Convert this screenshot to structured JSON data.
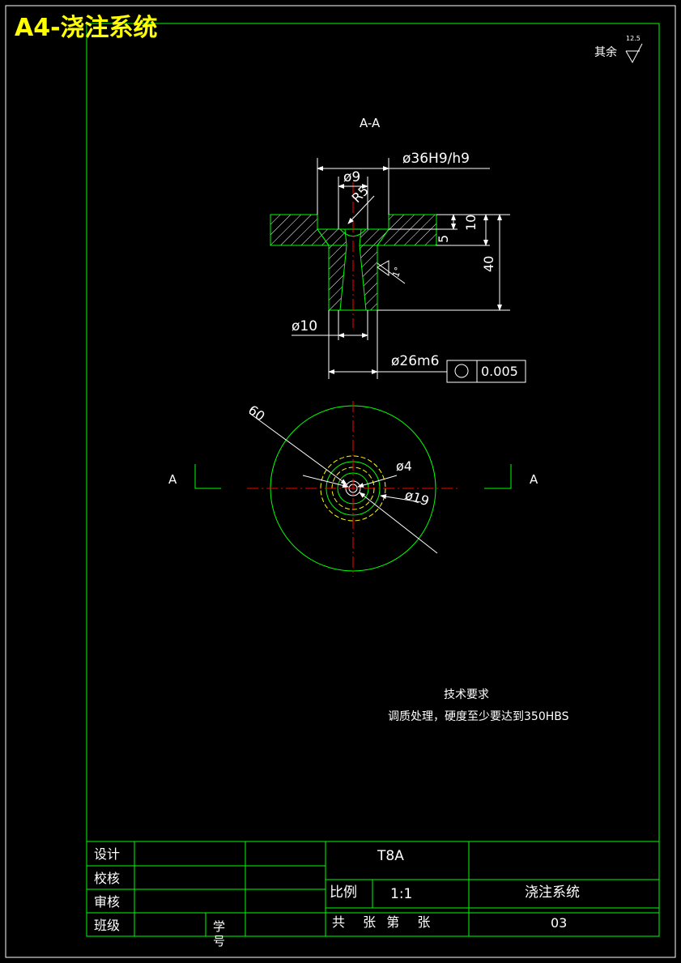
{
  "header": {
    "title": "A4-浇注系统"
  },
  "surface": {
    "prefix": "其余",
    "roughness": "12.5"
  },
  "section": {
    "view_label": "A-A",
    "cut_left": "A",
    "cut_right": "A"
  },
  "dims": {
    "d36": "ø36H9/h9",
    "d9": "ø9",
    "r5": "R5",
    "h10": "10",
    "h5": "5",
    "h40": "40",
    "angle": "1°",
    "d10": "ø10",
    "d26": "ø26m6",
    "tolerance": "0.005",
    "r60": "60",
    "d4": "ø4",
    "d19": "ø19"
  },
  "notes": {
    "title": "技术要求",
    "text": "调质处理，硬度至少要达到350HBS"
  },
  "title_block": {
    "design": "设计",
    "check": "校核",
    "review": "审核",
    "class": "班级",
    "student_no": "学号",
    "material": "T8A",
    "scale_label": "比例",
    "scale_value": "1:1",
    "part_name": "浇注系统",
    "sheets_label": "共  张 第  张",
    "drawing_no": "03"
  },
  "colors": {
    "frame": "#00ff00",
    "lines": "#ffffff",
    "center": "#ff0000",
    "hidden": "#ffff00",
    "title": "#ffff00"
  }
}
